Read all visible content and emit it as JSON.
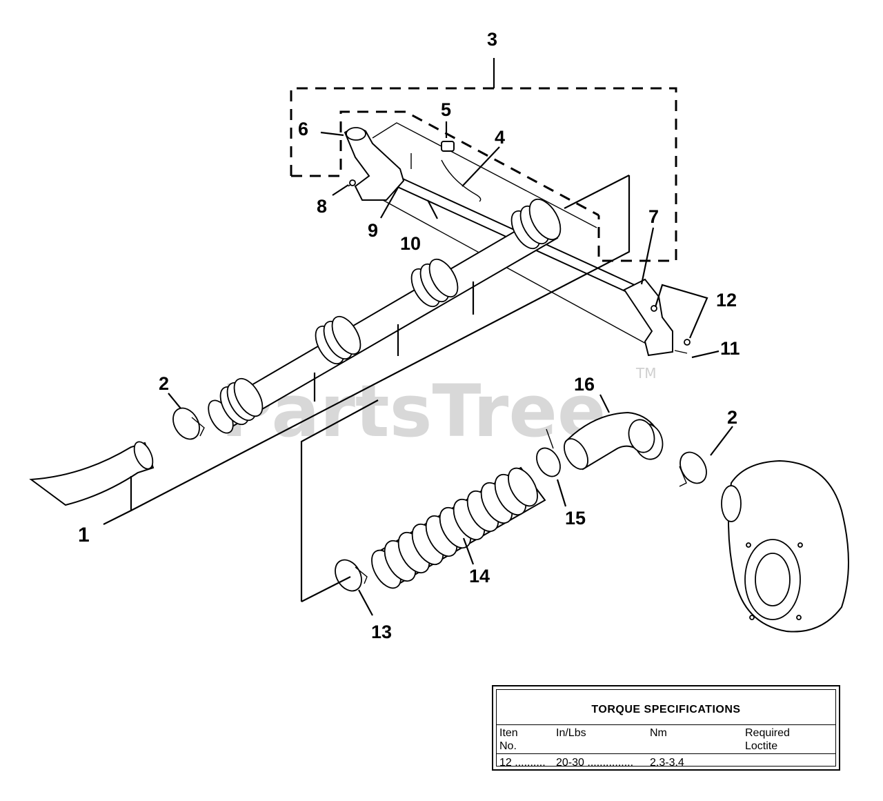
{
  "watermark": {
    "text": "PartsTree",
    "trademark": "TM"
  },
  "callouts": {
    "c1": "1",
    "c2a": "2",
    "c2b": "2",
    "c3": "3",
    "c4": "4",
    "c5": "5",
    "c6": "6",
    "c7": "7",
    "c8": "8",
    "c9": "9",
    "c10": "10",
    "c11": "11",
    "c12": "12",
    "c13": "13",
    "c14": "14",
    "c15": "15",
    "c16": "16"
  },
  "torque_table": {
    "title": "TORQUE SPECIFICATIONS",
    "headers": {
      "item_line1": "Iten",
      "item_line2": "No.",
      "in_lbs": "In/Lbs",
      "nm": "Nm",
      "required_line1": "Required",
      "required_line2": "Loctite"
    },
    "rows": [
      {
        "item": "12 ..........",
        "in_lbs": "20-30 ...............",
        "nm": "2.3-3.4",
        "loctite": ""
      }
    ]
  }
}
